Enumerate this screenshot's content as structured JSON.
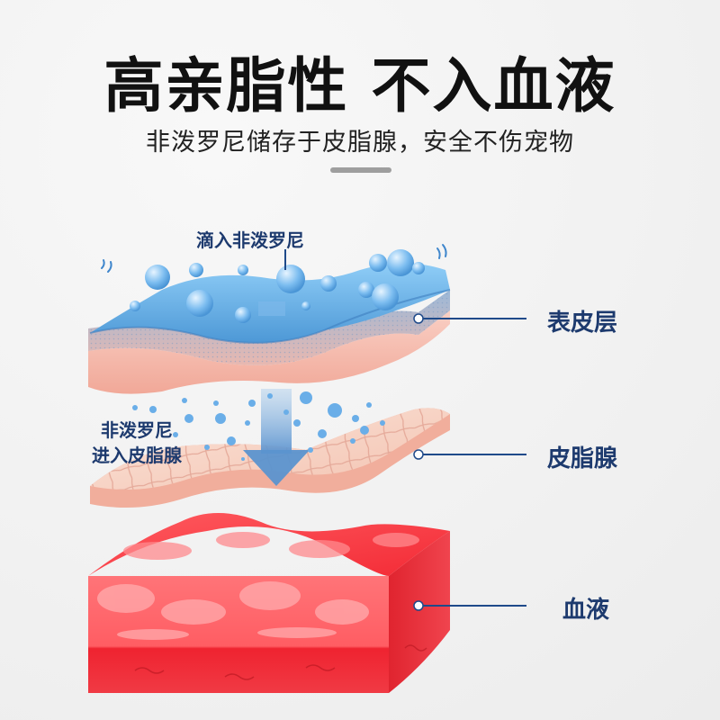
{
  "header": {
    "title": "高亲脂性 不入血液",
    "subtitle": "非泼罗尼储存于皮脂腺，安全不伤宠物"
  },
  "diagram": {
    "drop_label": "滴入非泼罗尼",
    "enter_label_line1": "非泼罗尼",
    "enter_label_line2": "进入皮脂腺",
    "layers": [
      {
        "label": "表皮层",
        "icon": "epidermis-layer"
      },
      {
        "label": "皮脂腺",
        "icon": "sebaceous-gland-layer"
      },
      {
        "label": "血液",
        "icon": "blood-layer"
      }
    ],
    "colors": {
      "label_text": "#1d3a6e",
      "leader_line": "#1f4a8a",
      "drop_blue": "#6fb4e8",
      "skin_pink": "#f6c2b4",
      "blood_red": "#f0343f"
    }
  }
}
